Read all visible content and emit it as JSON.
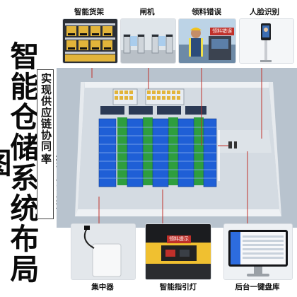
{
  "title": "智能仓储系统布局图",
  "subtitle_lines": [
    "实现供应链协同",
    "提高企业效率"
  ],
  "top_items": [
    {
      "label": "智能货架",
      "icon": "shelf-photo"
    },
    {
      "label": "闸机",
      "icon": "turnstile-photo"
    },
    {
      "label": "领料错误",
      "icon": "worker-photo",
      "overlay_text": "领料错误"
    },
    {
      "label": "人脸识别",
      "icon": "face-terminal-photo"
    }
  ],
  "bottom_items": [
    {
      "label": "集中器",
      "icon": "concentrator-photo"
    },
    {
      "label": "智能指引灯",
      "icon": "guide-light-photo",
      "overlay_text": "领料提示"
    },
    {
      "label": "后台一键盘库",
      "icon": "monitor-photo"
    }
  ],
  "colors": {
    "accent_red": "#c0302a",
    "bin_blue": "#1f5fd6",
    "floor_green": "#2e9e3e",
    "wall_grey": "#cfd6dd"
  }
}
